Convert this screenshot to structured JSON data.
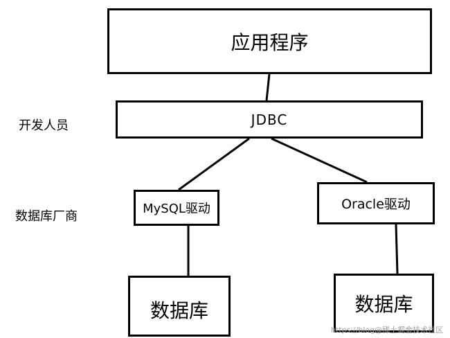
{
  "diagram": {
    "nodes": {
      "app": "应用程序",
      "jdbc": "JDBC",
      "mysql_driver": "MySQL驱动",
      "oracle_driver": "Oracle驱动",
      "db_left": "数据库",
      "db_right": "数据库"
    },
    "side_labels": {
      "developer": "开发人员",
      "db_vendor": "数据库厂商"
    },
    "edges": [
      [
        "app",
        "jdbc"
      ],
      [
        "jdbc",
        "mysql_driver"
      ],
      [
        "jdbc",
        "oracle_driver"
      ],
      [
        "mysql_driver",
        "db_left"
      ],
      [
        "oracle_driver",
        "db_right"
      ]
    ],
    "colors": {
      "line": "#000000",
      "background": "#ffffff",
      "watermark": "#a0a0a0"
    }
  },
  "watermark": "https://blog@稀土掘金技术社区"
}
